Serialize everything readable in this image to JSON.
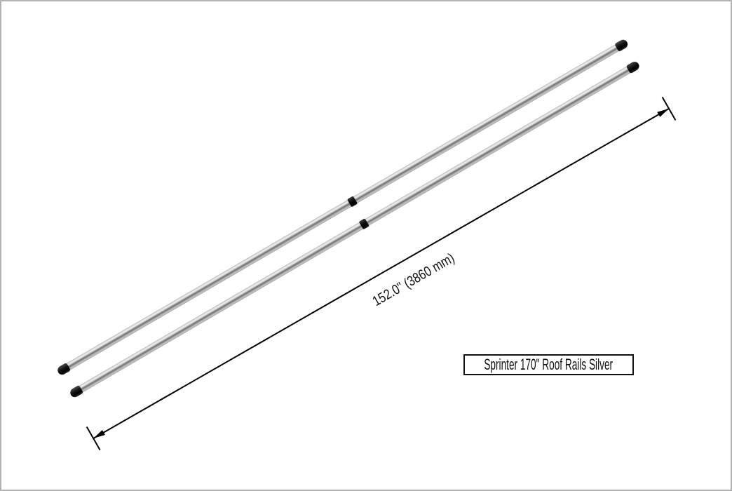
{
  "frame": {
    "background": "#ffffff",
    "border_color": "#b3b3b3"
  },
  "dimension": {
    "label": "152.0\" (3860 mm)",
    "inches": "152.0\"",
    "millimeters": "3860 mm",
    "line_color": "#000000"
  },
  "part_label": {
    "text": "Sprinter 170\" Roof Rails Silver"
  },
  "rails": {
    "count": 2,
    "finish": "Silver",
    "tube_highlight_color": "#ececec",
    "tube_core_color": "#6f6f6f",
    "end_cap_color": "#111111",
    "joint_color": "#121212"
  }
}
